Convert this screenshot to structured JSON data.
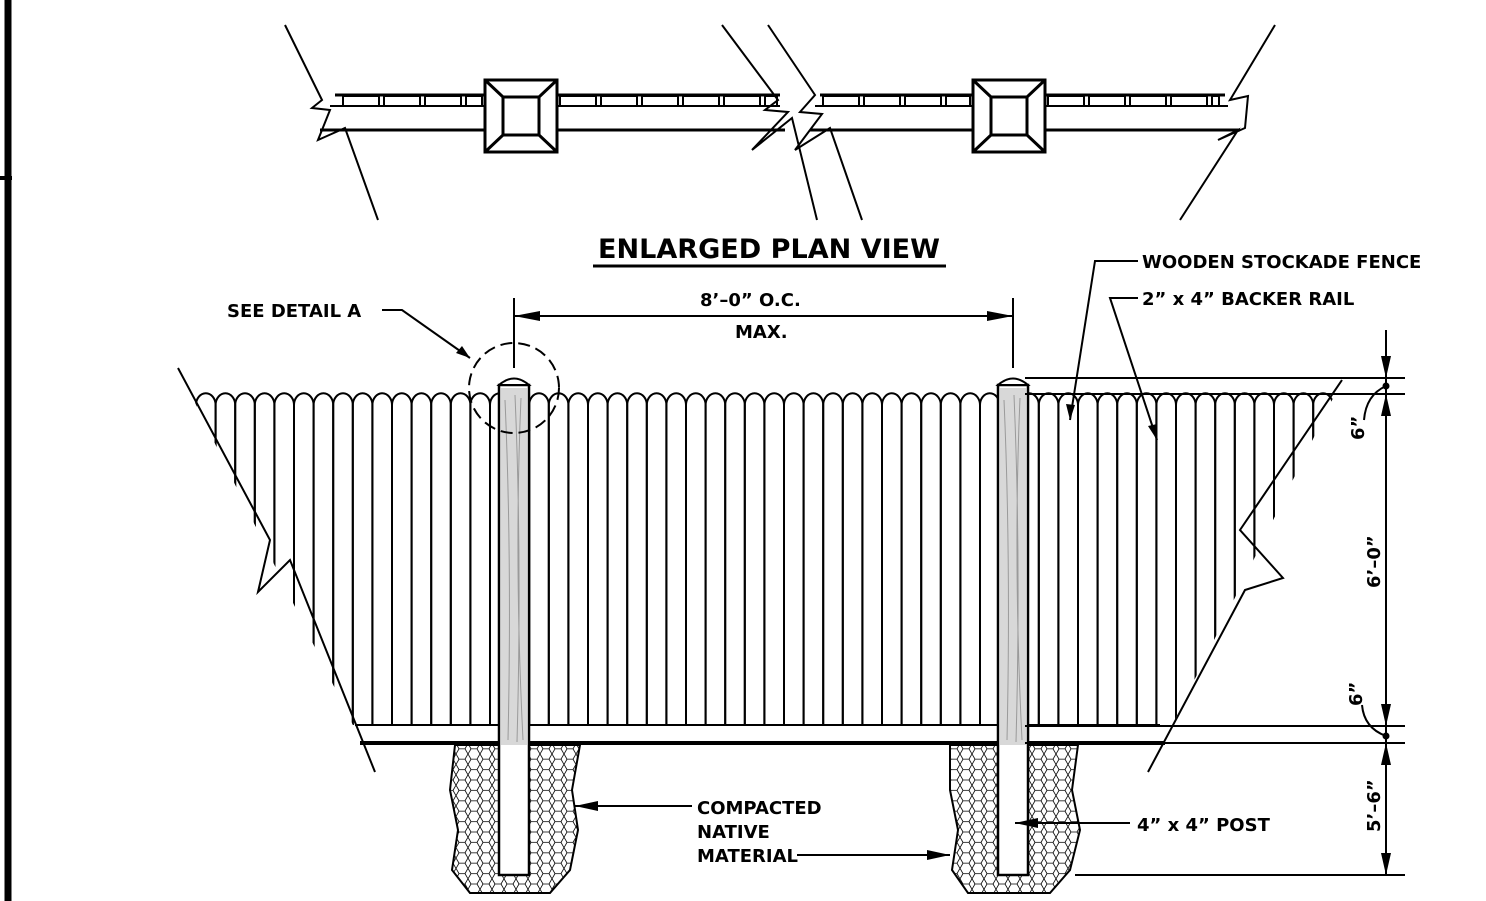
{
  "titles": {
    "plan_view": "ENLARGED PLAN VIEW"
  },
  "labels": {
    "see_detail": "SEE DETAIL A",
    "spacing_line1": "8’–0” O.C.",
    "spacing_line2": "MAX.",
    "fence_type": "WOODEN STOCKADE FENCE",
    "backer_rail": "2” x 4” BACKER RAIL",
    "fill_line1": "COMPACTED",
    "fill_line2": "NATIVE",
    "fill_line3": "MATERIAL",
    "post": "4” x 4” POST"
  },
  "dimensions": {
    "top_offset": "6”",
    "fence_height": "6’–0”",
    "bottom_offset": "6”",
    "embed_depth": "5’–6”"
  },
  "colors": {
    "ink": "#000000",
    "post_shade": "#d8d8d8",
    "paper": "#ffffff"
  }
}
